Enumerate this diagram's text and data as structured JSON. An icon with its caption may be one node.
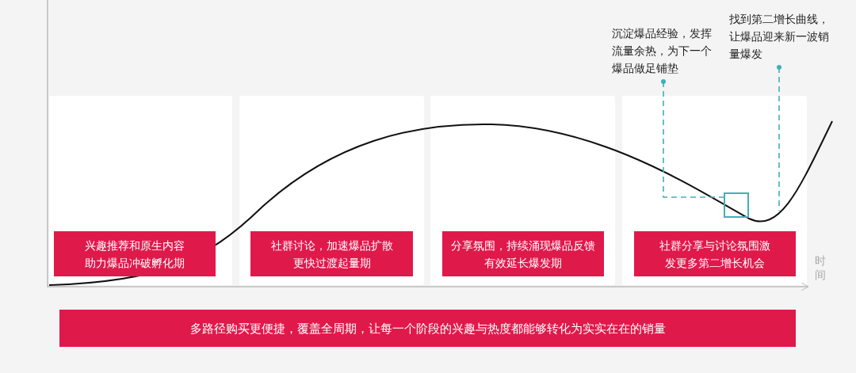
{
  "diagram": {
    "nodes": [
      {
        "text": [
          "兴趣推荐和原生内容助力爆品冲破孵化期"
        ]
      },
      {
        "text": [
          "社群讨论，加速爆品扩散更快过渡起量期"
        ]
      },
      {
        "text": [
          "分享氛围，持续涌现爆品反馈有效延长爆发期"
        ]
      },
      {
        "text": [
          "社群分享与讨论氛围激发更多第二增长机会"
        ]
      },
      {
        "text": [
          "多路径购买更便捷，覆盖全周期，让每一个阶段的兴趣与热度都能够转化为实实在在的销量"
        ]
      },
      {
        "text": [
          "沉淀爆品经验，发挥流量余热，为下一个爆品做足铺垫"
        ]
      },
      {
        "text": [
          "找到第二增长曲线，让爆品迎来新一波销量爆发"
        ]
      },
      {
        "text": [],
        "shape": "box"
      }
    ],
    "edges": [
      {
        "from": 5,
        "to": 7,
        "arrow": "other",
        "style": "dashed"
      },
      {
        "from": 6,
        "to": null,
        "arrow": "other",
        "style": "dashed"
      }
    ],
    "labels": [
      "时间"
    ]
  }
}
